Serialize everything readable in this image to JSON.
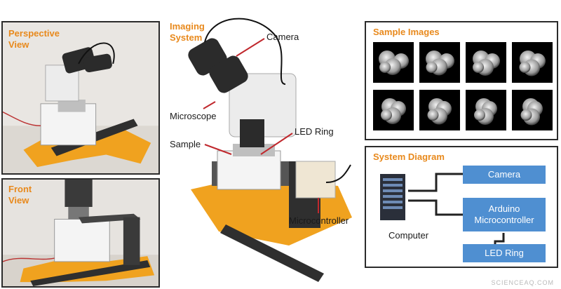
{
  "panels": {
    "perspective": {
      "title": "Perspective\nView"
    },
    "front": {
      "title": "Front\nView"
    },
    "imaging": {
      "title": "Imaging\nSystem",
      "labels": {
        "camera": "Camera",
        "microscope": "Microscope",
        "led_ring": "LED Ring",
        "sample": "Sample",
        "microcontroller": "Microcontroller"
      }
    },
    "sample_images": {
      "title": "Sample Images",
      "count": 8
    },
    "system_diagram": {
      "title": "System Diagram",
      "computer_label": "Computer",
      "boxes": {
        "camera": "Camera",
        "arduino": "Arduino\nMicrocontroller",
        "led_ring": "LED Ring"
      }
    }
  },
  "watermark": "SCIENCEAQ.COM",
  "colors": {
    "title_orange": "#e8891c",
    "box_blue": "#4f8fd1",
    "stand_orange": "#f0a21f"
  }
}
